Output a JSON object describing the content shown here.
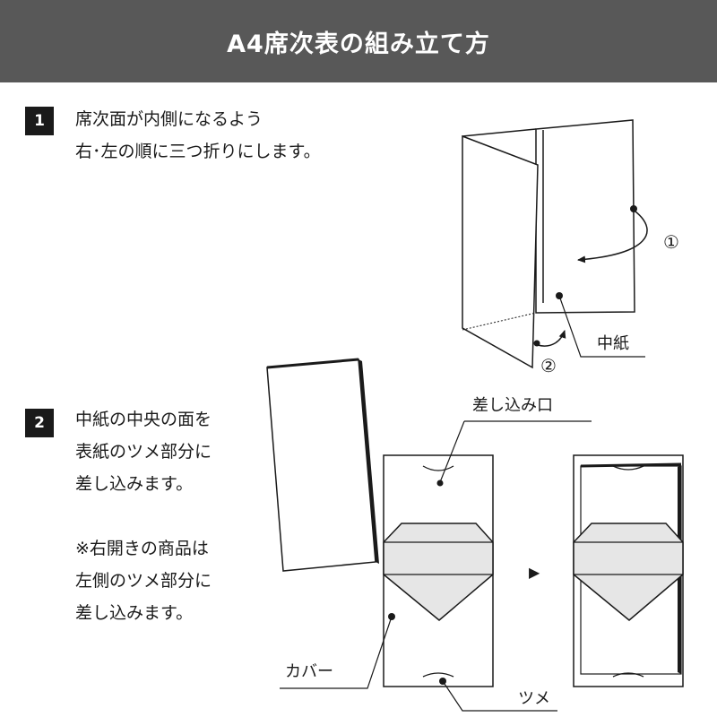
{
  "header": {
    "title": "A4席次表の組み立て方"
  },
  "steps": [
    {
      "number": "1",
      "lines": [
        "席次面が内側になるよう",
        "右･左の順に三つ折りにします。"
      ]
    },
    {
      "number": "2",
      "lines": [
        "中紙の中央の面を",
        "表紙のツメ部分に",
        "差し込みます。"
      ],
      "note_lines": [
        "※右開きの商品は",
        "左側のツメ部分に",
        "差し込みます。"
      ]
    }
  ],
  "diagram1": {
    "fold_mark_1": "①",
    "fold_mark_2": "②",
    "label_inner_paper": "中紙"
  },
  "diagram2": {
    "label_insert_slot": "差し込み口",
    "label_cover": "カバー",
    "label_tab": "ツメ",
    "arrow_glyph": "▶"
  },
  "colors": {
    "header_bg": "#585858",
    "badge_bg": "#1a1a1a",
    "panel_fill": "#e6e6e6",
    "line": "#1a1a1a"
  }
}
